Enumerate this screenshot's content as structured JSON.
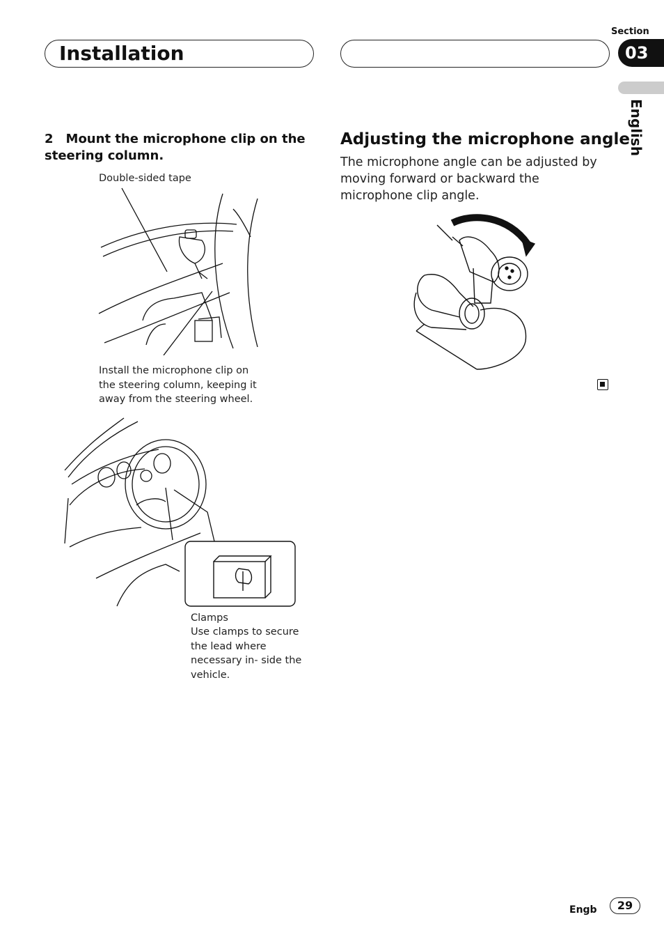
{
  "header": {
    "title": "Installation",
    "section_label": "Section",
    "section_number": "03",
    "language_tab": "English"
  },
  "left": {
    "step_number": "2",
    "step_text": "Mount the microphone clip on the steering column.",
    "caption_tape": "Double-sided tape",
    "caption_install": "Install the microphone clip on the steering column, keeping it away from the steering wheel.",
    "caption_clamps_title": "Clamps",
    "caption_clamps_body": "Use clamps to secure the lead where necessary in- side the vehicle."
  },
  "right": {
    "heading": "Adjusting the microphone angle",
    "body": "The microphone angle can be adjusted by moving forward or backward the microphone clip angle."
  },
  "footer": {
    "lang_code": "Engb",
    "page_number": "29"
  }
}
